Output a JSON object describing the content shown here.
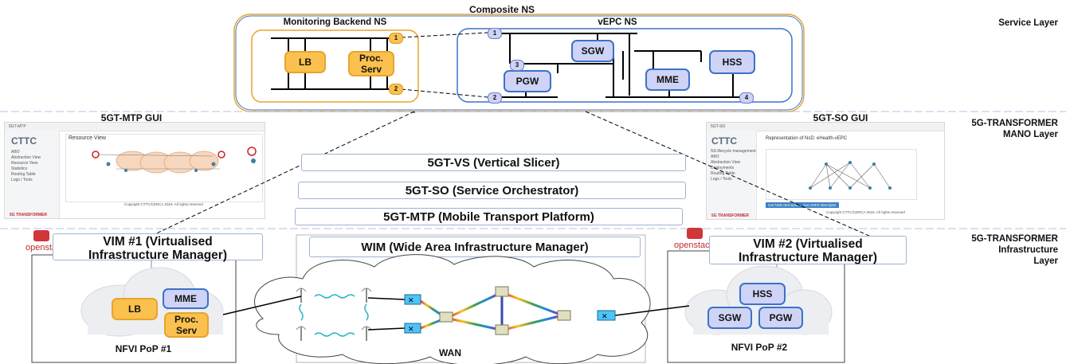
{
  "composite_ns": {
    "title": "Composite NS",
    "monitoring_title": "Monitoring Backend NS",
    "vepc_title": "vEPC NS",
    "lb": "LB",
    "proc_serv": "Proc. Serv",
    "sgw": "SGW",
    "pgw": "PGW",
    "mme": "MME",
    "hss": "HSS",
    "ports": [
      "1",
      "2",
      "1",
      "2",
      "3",
      "4"
    ]
  },
  "layers": {
    "service": "Service Layer",
    "mano_1": "5G-TRANSFORMER",
    "mano_2": "MANO Layer",
    "infra_1": "5G-TRANSFORMER",
    "infra_2": "Infrastructure",
    "infra_3": "Layer"
  },
  "mtp_gui": {
    "title": "5GT-MTP GUI",
    "brand": "5GT-MTP",
    "resource_view": "Resource View",
    "menu": [
      "ABO",
      "Abstraction View",
      "Resource View",
      "Statistics",
      "Routing Table",
      "Logs / Tools"
    ],
    "footer": "Copyright CTTC/CERCA 2018. All rights reserved",
    "logo": "CTTC",
    "transformer": "5G TRANSFORMER"
  },
  "so_gui": {
    "title": "5GT-SO GUI",
    "brand": "5GT-SO",
    "heading": "Representation of NsD: eHealth-vEPC",
    "menu": [
      "NS lifecycle management",
      "ABO",
      "Abstraction View",
      "Deployments",
      "Routing Table",
      "Logs / Tools"
    ],
    "buttons": [
      "Get NSD descriptor",
      "Get VNFD descriptor"
    ],
    "footer": "Copyright CTTC/CERCA 2018. All rights reserved",
    "logo": "CTTC",
    "transformer": "5G TRANSFORMER"
  },
  "stack": {
    "vs": "5GT-VS (Vertical Slicer)",
    "so": "5GT-SO (Service Orchestrator)",
    "mtp": "5GT-MTP (Mobile Transport Platform)"
  },
  "infra": {
    "openstack": "openstack",
    "vim1_line1": "VIM #1 (Virtualised",
    "vim1_line2": "Infrastructure Manager)",
    "vim2_line1": "VIM #2 (Virtualised",
    "vim2_line2": "Infrastructure Manager)",
    "wim": "WIM (Wide Area Infrastructure Manager)",
    "wan": "WAN",
    "pop1": "NFVI PoP #1",
    "pop2": "NFVI PoP #2",
    "pop1_nodes": {
      "lb": "LB",
      "mme": "MME",
      "proc": "Proc. Serv"
    },
    "pop2_nodes": {
      "hss": "HSS",
      "sgw": "SGW",
      "pgw": "PGW"
    }
  }
}
